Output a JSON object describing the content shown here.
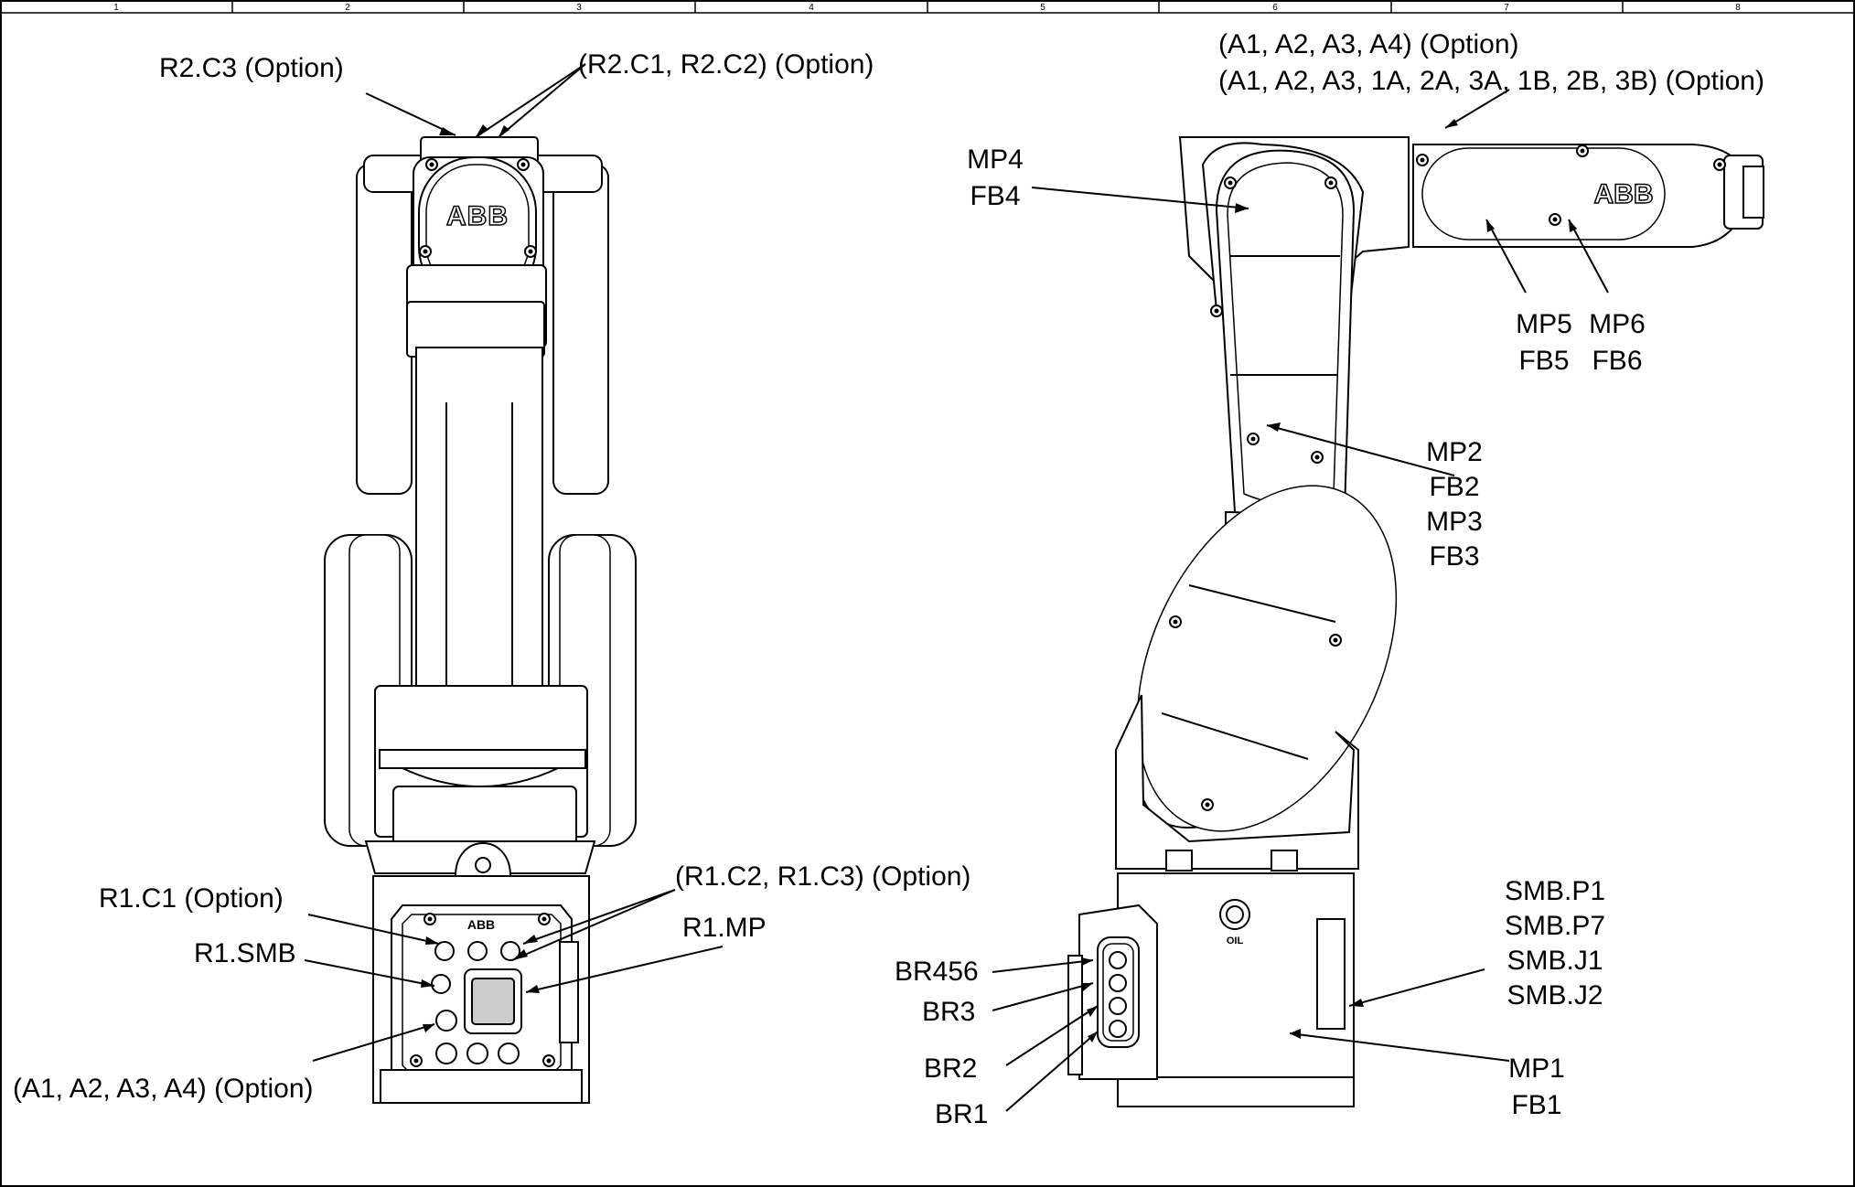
{
  "zones": [
    "1",
    "2",
    "3",
    "4",
    "5",
    "6",
    "7",
    "8"
  ],
  "brand": "ABB",
  "port_tag": "OIL",
  "labels": {
    "r2c3": "R2.C3 (Option)",
    "r2c1c2": "(R2.C1, R2.C2) (Option)",
    "a_opt_top_1": "(A1, A2, A3, A4) (Option)",
    "a_opt_top_2": "(A1, A2, A3, 1A, 2A, 3A, 1B, 2B, 3B) (Option)",
    "mp4": "MP4",
    "fb4": "FB4",
    "mp5": "MP5",
    "fb5": "FB5",
    "mp6": "MP6",
    "fb6": "FB6",
    "mp2": "MP2",
    "fb2": "FB2",
    "mp3": "MP3",
    "fb3": "FB3",
    "r1c1": "R1.C1 (Option)",
    "r1c2c3": "(R1.C2, R1.C3) (Option)",
    "r1mp": "R1.MP",
    "r1smb": "R1.SMB",
    "a_opt_bottom": "(A1, A2, A3, A4) (Option)",
    "br456": "BR456",
    "br3": "BR3",
    "br2": "BR2",
    "br1": "BR1",
    "smbp1": "SMB.P1",
    "smbp7": "SMB.P7",
    "smbj1": "SMB.J1",
    "smbj2": "SMB.J2",
    "mp1": "MP1",
    "fb1": "FB1"
  }
}
